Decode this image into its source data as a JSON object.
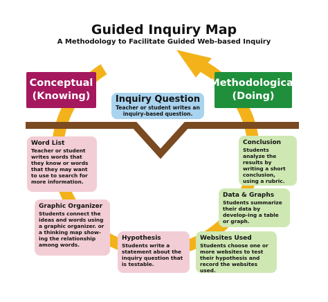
{
  "title": "Guided Inquiry Map",
  "subtitle": "A Methodology to Facilitate Guided Web-based Inquiry",
  "conceptual": {
    "line1": "Conceptual",
    "line2": "(Knowing)"
  },
  "methodological": {
    "line1": "Methodological",
    "line2": "(Doing)"
  },
  "inquiry_question": {
    "heading": "Inquiry Question",
    "text": "Teacher or student writes an inquiry-based question."
  },
  "cards": {
    "word_list": {
      "heading": "Word List",
      "text": "Teacher or student writes words that they know or words that they may want to use to search for more information."
    },
    "graphic_organizer": {
      "heading": "Graphic Organizer",
      "text": "Students connect the ideas and words using a graphic organizer. or a thinking map show-ing the relationship among words."
    },
    "hypothesis": {
      "heading": "Hypothesis",
      "text": "Students write a statement about the inquiry question that is testable."
    },
    "websites_used": {
      "heading": "Websites Used",
      "text": "Students choose one or more websites to test their hypothesis and record the websites used."
    },
    "data_graphs": {
      "heading": "Data & Graphs",
      "text": "Students summarize their data by develop-ing a table or graph."
    },
    "conclusion": {
      "heading": "Conclusion",
      "text": "Students analyze the results by writing a short conclusion, using a rubric."
    }
  },
  "colors": {
    "cycle_arrow": "#f3b21a",
    "divider": "#7a4a21",
    "conceptual": "#a5185e",
    "methodological": "#1f8f3b",
    "pink_card": "#f2cdd5",
    "green_card": "#cfe8b3",
    "inquiry_box": "#a9d3ee"
  }
}
